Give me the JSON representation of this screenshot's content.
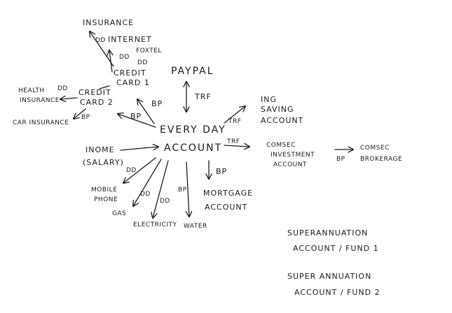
{
  "nodes": {
    "insurance": "INSURANCE",
    "internet": "INTERNET",
    "foxtel": "FOXTEL",
    "credit_card_1": [
      "CREDIT",
      "CARD 1"
    ],
    "paypal": "PAYPAL",
    "credit_card_2": [
      "CREDIT",
      "CARD 2"
    ],
    "health_insurance": [
      "HEALTH",
      "INSURANCE"
    ],
    "car_insurance": "CAR INSURANCE",
    "everyday_account": [
      "EVERY DAY",
      "ACCOUNT"
    ],
    "ing_saving_account": [
      "ING",
      "SAVING",
      "ACCOUNT"
    ],
    "income": [
      "INOME",
      "(SALARY)"
    ],
    "comsec_investment_account": [
      "COMSEC",
      "INVESTMENT",
      "ACCOUNT"
    ],
    "comsec_brokerage": [
      "COMSEC",
      "BROKERAGE"
    ],
    "mobile_phone": [
      "MOBILE",
      "PHONE"
    ],
    "gas": "GAS",
    "electricity": "ELECTRICITY",
    "water": "WATER",
    "mortgage_account": [
      "MORTGAGE",
      "ACCOUNT"
    ],
    "superannuation_1": [
      "SUPERANNUATION",
      "ACCOUNT / FUND 1"
    ],
    "superannuation_2": [
      "SUPER ANNUATION",
      "ACCOUNT / FUND 2"
    ]
  },
  "edge_labels": {
    "dd_internet": "DD",
    "dd_foxtel": "DD",
    "dd_card1": "DD",
    "bp_card1": "BP",
    "trf_paypal": "TRF",
    "dd_health": "DD",
    "bp_card2": "BP",
    "trf_ing": "TRF",
    "trf_comsec": "TRF",
    "bp_brokerage": "BP",
    "dd_mobile": "DD",
    "dd_gas": "DD",
    "dd_electricity": "DD",
    "bp_water": "BP",
    "bp_mortgage": "BP"
  }
}
